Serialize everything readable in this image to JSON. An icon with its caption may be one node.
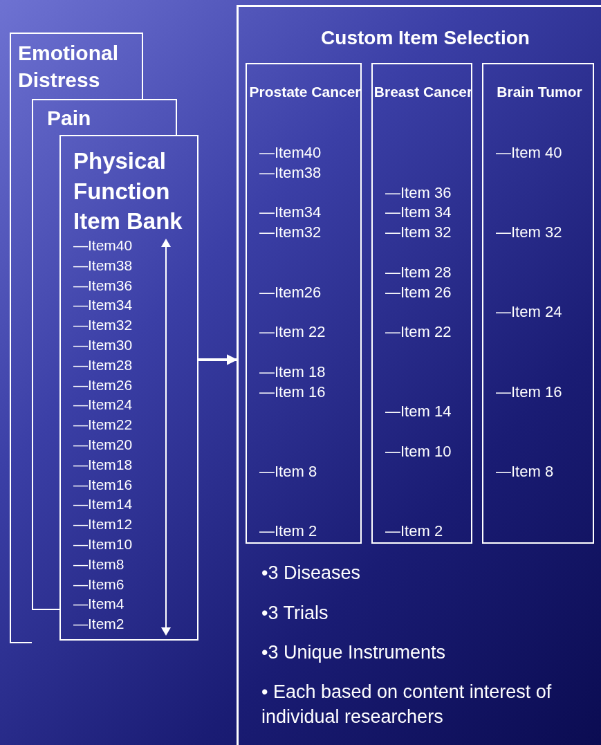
{
  "diagram": {
    "nodes": [
      {
        "text": [
          "Emotional Distress"
        ]
      },
      {
        "text": [
          "Pain"
        ]
      },
      {
        "text": [
          "Physical Function Item Bank",
          "—Item40",
          "—Item38",
          "—Item36",
          "—Item34",
          "—Item32",
          "—Item30",
          "—Item28",
          "—Item26",
          "—Item24",
          "—Item22",
          "—Item20",
          "—Item18",
          "—Item16",
          "—Item14",
          "—Item12",
          "—Item10",
          "—Item8",
          "—Item6",
          "—Item4",
          "—Item2"
        ]
      },
      {
        "text": [
          "Custom Item Selection",
          "•3 Diseases",
          "•3 Trials",
          "•3 Unique Instruments",
          "• Each based on content interest of individual researchers"
        ]
      },
      {
        "text": [
          "Prostate Cancer",
          "—Item40",
          "—Item38",
          "—Item34",
          "—Item32",
          "—Item26",
          "—Item 22",
          "—Item 18",
          "—Item 16",
          "—Item 8",
          "—Item 2"
        ],
        "in": 3
      },
      {
        "text": [
          "Breast Cancer",
          "—Item 36",
          "—Item 34",
          "—Item 32",
          "—Item 28",
          "—Item 26",
          "—Item 22",
          "—Item 14",
          "—Item 10",
          "—Item 2"
        ],
        "in": 3
      },
      {
        "text": [
          "Brain Tumor",
          "—Item 40",
          "—Item 32",
          "—Item 24",
          "—Item 16",
          "—Item 8"
        ],
        "in": 3
      }
    ],
    "edges": [
      {
        "from": 2,
        "to": 3,
        "arrow": "to"
      }
    ]
  }
}
